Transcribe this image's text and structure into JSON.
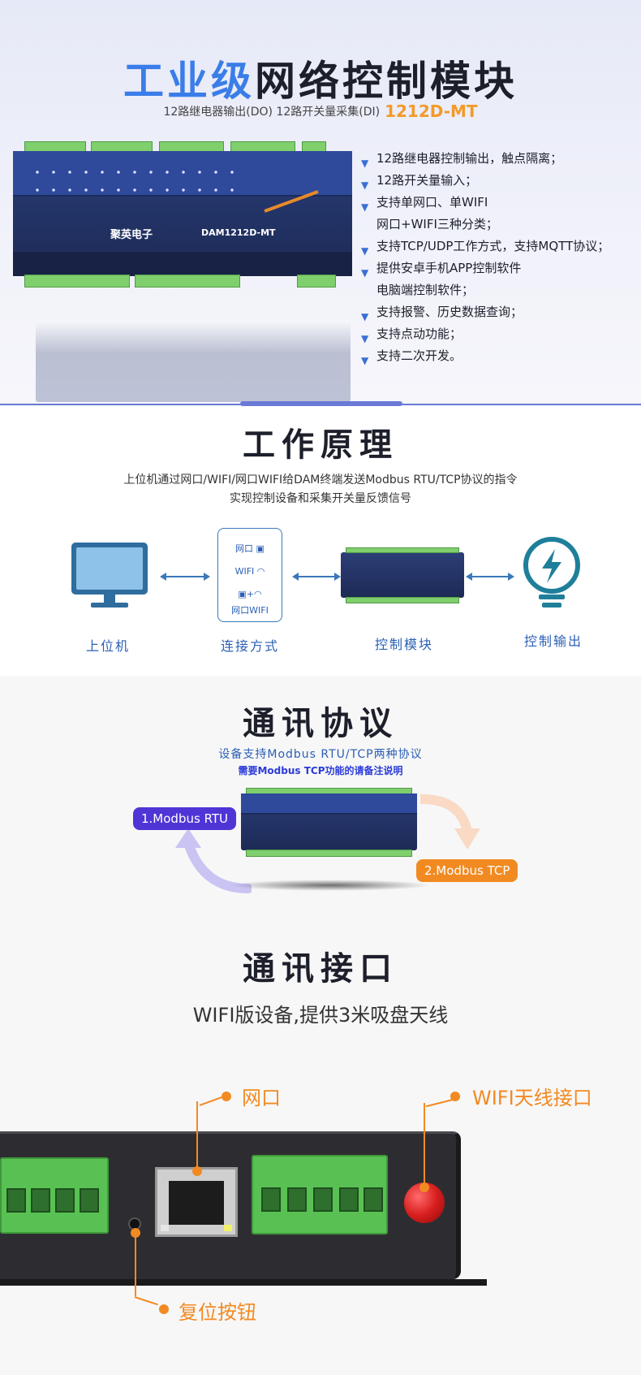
{
  "header": {
    "title_blue": "工业级",
    "title_dark": "网络控制模块",
    "subtitle": "12路继电器输出(DO)   12路开关量采集(DI)",
    "model": "1212D-MT"
  },
  "device": {
    "brand": "聚英电子",
    "model_label": "DAM1212D-MT"
  },
  "features": [
    {
      "line1": "12路继电器控制输出，触点隔离；",
      "line2": ""
    },
    {
      "line1": "12路开关量输入；",
      "line2": ""
    },
    {
      "line1": "支持单网口、单WIFI",
      "line2": "网口+WIFI三种分类；"
    },
    {
      "line1": "支持TCP/UDP工作方式，支持MQTT协议；",
      "line2": ""
    },
    {
      "line1": "提供安卓手机APP控制软件",
      "line2": "电脑端控制软件；"
    },
    {
      "line1": "支持报警、历史数据查询；",
      "line2": ""
    },
    {
      "line1": "支持点动功能；",
      "line2": ""
    },
    {
      "line1": "支持二次开发。",
      "line2": ""
    }
  ],
  "principle": {
    "title": "工作原理",
    "desc_line1": "上位机通过网口/WIFI/网口WIFI给DAM终端发送Modbus RTU/TCP协议的指令",
    "desc_line2": "实现控制设备和采集开关量反馈信号",
    "nodes": [
      "上位机",
      "连接方式",
      "控制模块",
      "控制输出"
    ],
    "connection": {
      "net": "网口",
      "wifi": "WIFI",
      "plus": "+",
      "combo": "网口WIFI"
    }
  },
  "protocol": {
    "title": "通讯协议",
    "desc_line1": "设备支持Modbus RTU/TCP两种协议",
    "desc_line2": "需要Modbus TCP功能的请备注说明",
    "rtu": "1.Modbus RTU",
    "tcp": "2.Modbus TCP"
  },
  "interface": {
    "title": "通讯接口",
    "desc": "WIFI版设备,提供3米吸盘天线",
    "labels": {
      "net": "网口",
      "antenna": "WIFI天线接口",
      "reset": "复位按钮"
    }
  },
  "colors": {
    "accent_blue": "#3a7de8",
    "accent_orange": "#f28a22",
    "rtu_purple": "#4f35d6"
  }
}
